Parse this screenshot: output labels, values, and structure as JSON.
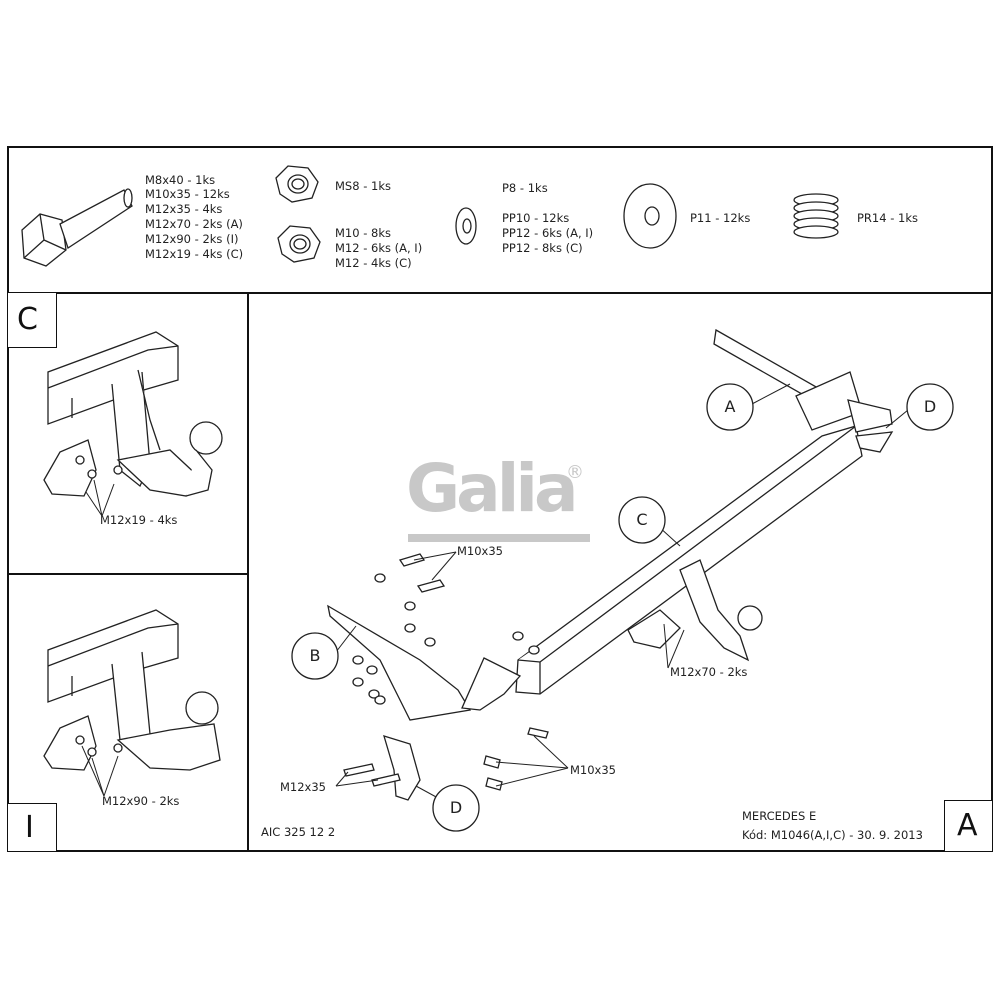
{
  "hardware": {
    "bolt_lines": [
      "M8x40 - 1ks",
      "M10x35 - 12ks",
      "M12x35 - 4ks",
      "M12x70 - 2ks (A)",
      "M12x90 - 2ks (I)",
      "M12x19 - 4ks (C)"
    ],
    "ms8": "MS8 - 1ks",
    "nut_lines": [
      "M10 - 8ks",
      "M12 - 6ks (A, I)",
      "M12 - 4ks (C)"
    ],
    "p8": "P8 - 1ks",
    "washer_lines": [
      "PP10 - 12ks",
      "PP12 - 6ks (A, I)",
      "PP12 - 8ks (C)"
    ],
    "p11": "P11 - 12ks",
    "pr14": "PR14 - 1ks"
  },
  "panel_c": {
    "letter": "C",
    "label": "M12x19 - 4ks"
  },
  "panel_i": {
    "letter": "I",
    "label": "M12x90 - 2ks"
  },
  "main": {
    "letter": "A",
    "callouts": {
      "a": "A",
      "b": "B",
      "c": "C",
      "d_top": "D",
      "d_bottom": "D"
    },
    "labels": {
      "m10x35_top": "M10x35",
      "m10x35_bottom": "M10x35",
      "m12x35": "M12x35",
      "m12x70": "M12x70 - 2ks"
    },
    "logo": "Galia",
    "logo_reg": "®",
    "code": "AIC 325 12 2",
    "model": "MERCEDES E",
    "kod": "Kód: M1046(A,I,C) - 30. 9. 2013"
  }
}
